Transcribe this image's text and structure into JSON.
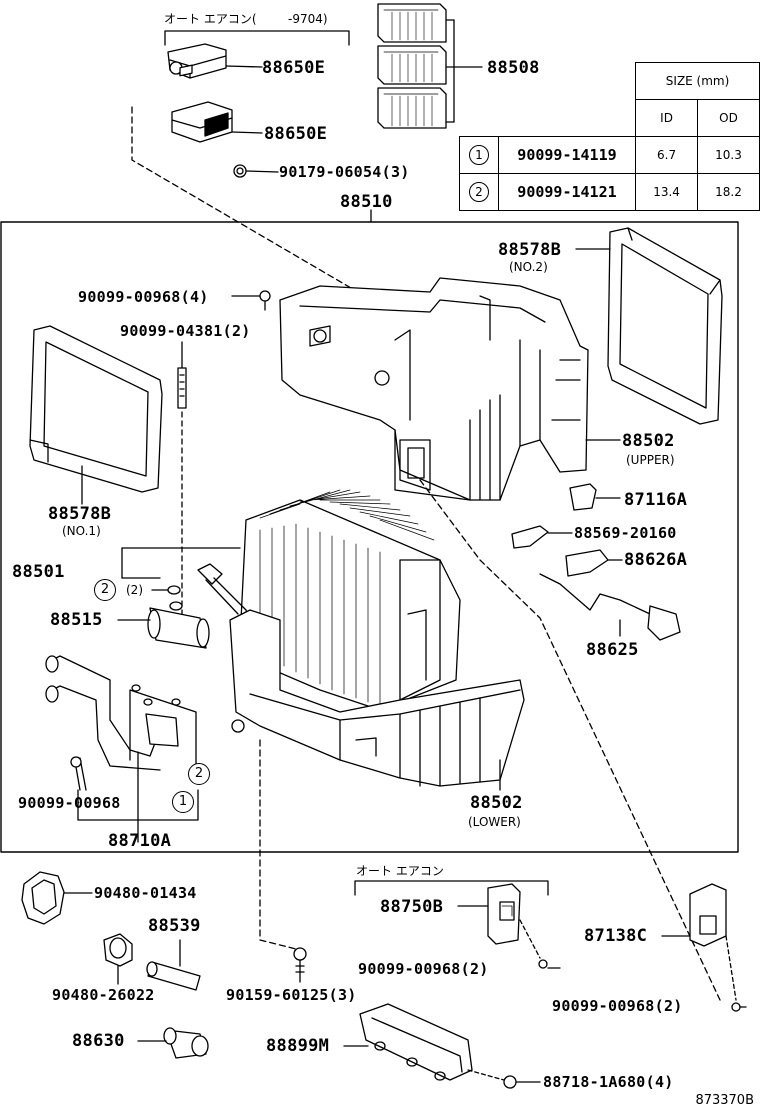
{
  "parts": {
    "p88650E_a": "88650E",
    "p88650E_b": "88650E",
    "p88508": "88508",
    "p90179": "90179-06054(3)",
    "p88510": "88510",
    "p88578B_2": "88578B",
    "p88578B_2_sub": "(NO.2)",
    "p90099_00968_4": "90099-00968(4)",
    "p90099_04381": "90099-04381(2)",
    "p88578B_1": "88578B",
    "p88578B_1_sub": "(NO.1)",
    "p88502_upper": "88502",
    "p88502_upper_sub": "(UPPER)",
    "p87116A": "87116A",
    "p88569": "88569-20160",
    "p88626A": "88626A",
    "p88501": "88501",
    "p88515": "88515",
    "p88625": "88625",
    "p90099_00968_a": "90099-00968",
    "p88502_lower": "88502",
    "p88502_lower_sub": "(LOWER)",
    "p88710A": "88710A",
    "p90480_01434": "90480-01434",
    "p88539": "88539",
    "p88750B": "88750B",
    "p87138C": "87138C",
    "p90480_26022": "90480-26022",
    "p90159": "90159-60125(3)",
    "p90099_00968_2a": "90099-00968(2)",
    "p90099_00968_2b": "90099-00968(2)",
    "p88630": "88630",
    "p88899M": "88899M",
    "p88718": "88718-1A680(4)"
  },
  "notes": {
    "auto_ac_top": "オート エアコン(",
    "auto_ac_top_range": "-9704)",
    "auto_ac_bottom": "オート エアコン"
  },
  "callouts": {
    "c2_label": "2",
    "c2_qty": "(2)",
    "c2b": "2",
    "c1b": "1"
  },
  "size_table": {
    "header": "SIZE (mm)",
    "col_id": "ID",
    "col_od": "OD",
    "rows": [
      {
        "mark": "1",
        "part": "90099-14119",
        "id": "6.7",
        "od": "10.3"
      },
      {
        "mark": "2",
        "part": "90099-14121",
        "id": "13.4",
        "od": "18.2"
      }
    ]
  },
  "figure_ref": "873370B"
}
